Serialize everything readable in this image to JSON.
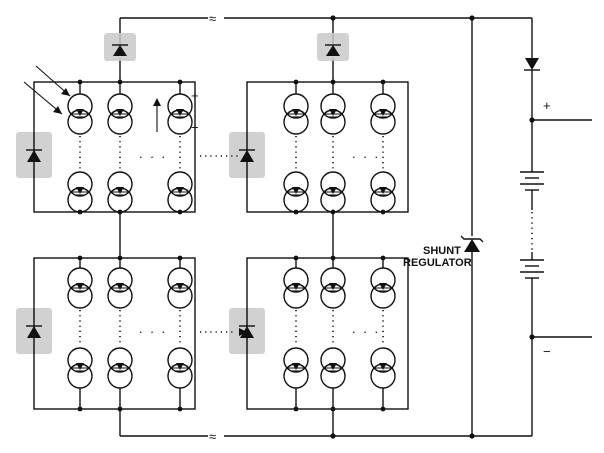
{
  "labels": {
    "shunt_line1": "SHUNT",
    "shunt_line2": "REGULATOR",
    "plus": "+",
    "minus": "−",
    "bat_plus": "+",
    "bat_minus": "−",
    "ellipsis": ". . .",
    "break_mark": "≈"
  },
  "panel_grid": {
    "rows": 2,
    "cols": 2,
    "cells_per_row": 3,
    "cell_rows_shown": 2
  },
  "colors": {
    "line": "#111111",
    "shading": "#c9c9c9",
    "background": "#ffffff"
  }
}
